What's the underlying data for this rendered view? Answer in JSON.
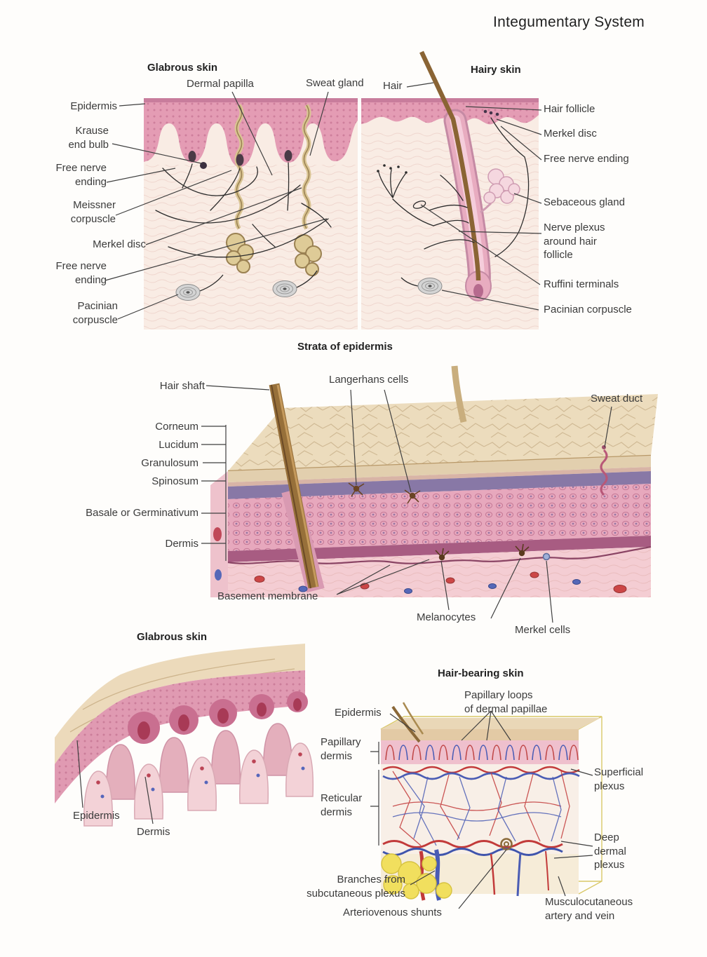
{
  "page": {
    "title": "Integumentary System"
  },
  "colors": {
    "epidermis_pink": "#e49cb4",
    "dermis_pale": "#f9ece4",
    "corneum_tan": "#ecdabb",
    "nerve_black": "#2c2c2c",
    "artery_red": "#c23a3a",
    "vein_blue": "#4a5cb4",
    "fat_yellow": "#f1df5e",
    "label_text": "#3b3b3b"
  },
  "sections": {
    "cross_sections": {
      "glabrous_title": "Glabrous skin",
      "hairy_title": "Hairy skin",
      "labels": {
        "dermal_papilla": "Dermal papilla",
        "sweat_gland": "Sweat gland",
        "hair": "Hair",
        "epidermis": "Epidermis",
        "krause_end_bulb": "Krause\nend bulb",
        "free_nerve_ending_upper": "Free nerve\nending",
        "meissner_corpuscle": "Meissner\ncorpuscle",
        "merkel_disc": "Merkel disc",
        "free_nerve_ending_lower": "Free nerve\nending",
        "pacinian_corpuscle": "Pacinian\ncorpuscle",
        "hair_follicle": "Hair follicle",
        "merkel_disc_right": "Merkel disc",
        "free_nerve_ending_right": "Free nerve ending",
        "sebaceous_gland": "Sebaceous gland",
        "nerve_plexus_around_hair_follicle": "Nerve plexus\naround hair\nfollicle",
        "ruffini_terminals": "Ruffini terminals",
        "pacinian_corpuscle_right": "Pacinian corpuscle"
      }
    },
    "strata": {
      "title": "Strata of epidermis",
      "labels": {
        "hair_shaft": "Hair shaft",
        "langerhans_cells": "Langerhans cells",
        "sweat_duct": "Sweat duct",
        "corneum": "Corneum",
        "lucidum": "Lucidum",
        "granulosum": "Granulosum",
        "spinosum": "Spinosum",
        "basale": "Basale or Germinativum",
        "dermis": "Dermis",
        "basement_membrane": "Basement membrane",
        "melanocytes": "Melanocytes",
        "merkel_cells": "Merkel cells"
      }
    },
    "glabrous_block": {
      "title": "Glabrous skin",
      "labels": {
        "epidermis": "Epidermis",
        "dermis": "Dermis"
      }
    },
    "hair_bearing": {
      "title": "Hair-bearing skin",
      "labels": {
        "papillary_loops": "Papillary loops\nof dermal papillae",
        "epidermis": "Epidermis",
        "papillary_dermis": "Papillary\ndermis",
        "superficial_plexus": "Superficial\nplexus",
        "reticular_dermis": "Reticular\ndermis",
        "deep_dermal_plexus": "Deep\ndermal\nplexus",
        "branches_from_subcutaneous_plexus": "Branches from\nsubcutaneous plexus",
        "arteriovenous_shunts": "Arteriovenous shunts",
        "musculocutaneous_artery_and_vein": "Musculocutaneous\nartery and vein"
      }
    }
  }
}
